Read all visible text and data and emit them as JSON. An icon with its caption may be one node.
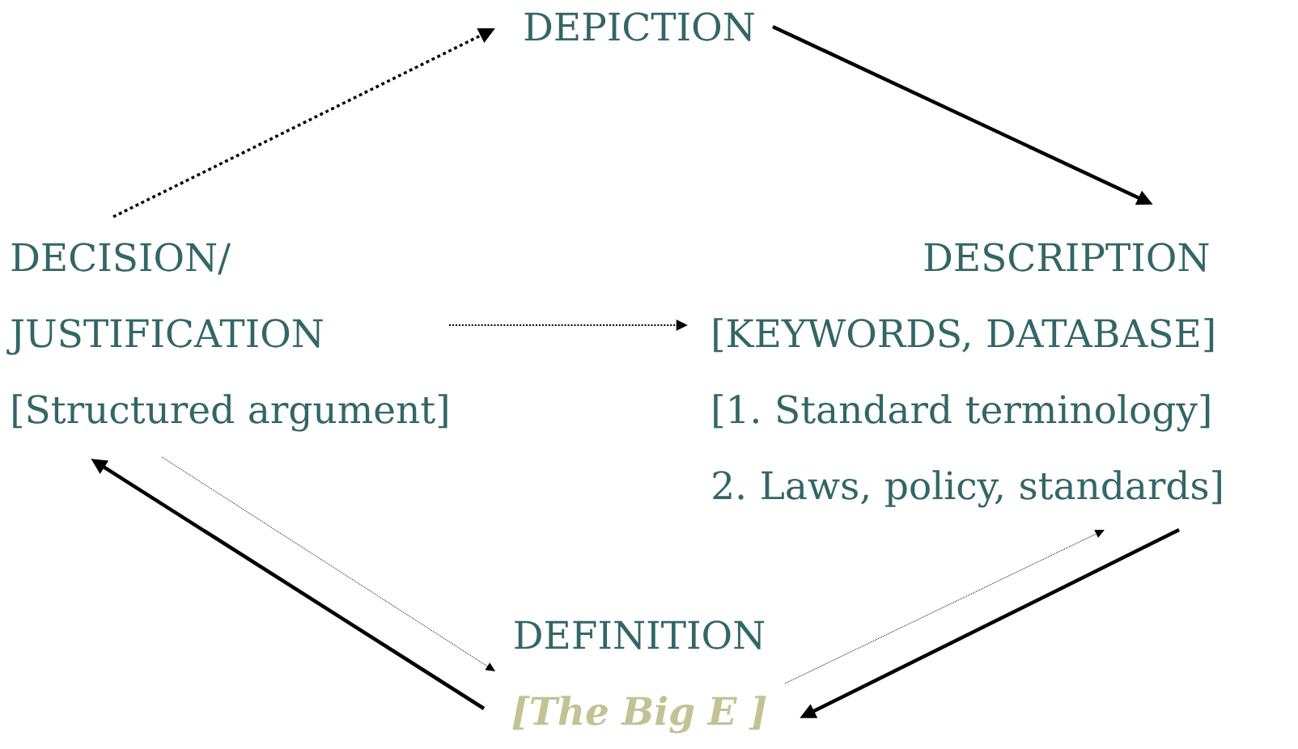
{
  "diagram": {
    "nodes": [
      {
        "text": [
          "DEPICTION"
        ]
      },
      {
        "text": [
          "DECISION/ JUSTIFICATION",
          "[Structured argument]"
        ]
      },
      {
        "text": [
          "DESCRIPTION",
          "[KEYWORDS, DATABASE]",
          "[1. Standard terminology]",
          "2. Laws, policy, standards]"
        ]
      },
      {
        "text": [
          "DEFINITION",
          "[The Big E ]"
        ]
      }
    ],
    "edges": [
      {
        "from": 1,
        "to": 0,
        "arrow": "to",
        "style": "dashed"
      },
      {
        "from": 0,
        "to": 2,
        "arrow": "to"
      },
      {
        "from": 1,
        "to": 2,
        "arrow": "to",
        "style": "dashed"
      },
      {
        "from": 1,
        "to": 3,
        "arrow": "to",
        "style": "dashed"
      },
      {
        "from": 3,
        "to": 1,
        "arrow": "to"
      },
      {
        "from": 3,
        "to": 2,
        "arrow": "to",
        "style": "dashed"
      },
      {
        "from": 2,
        "to": 3,
        "arrow": "to"
      }
    ]
  }
}
